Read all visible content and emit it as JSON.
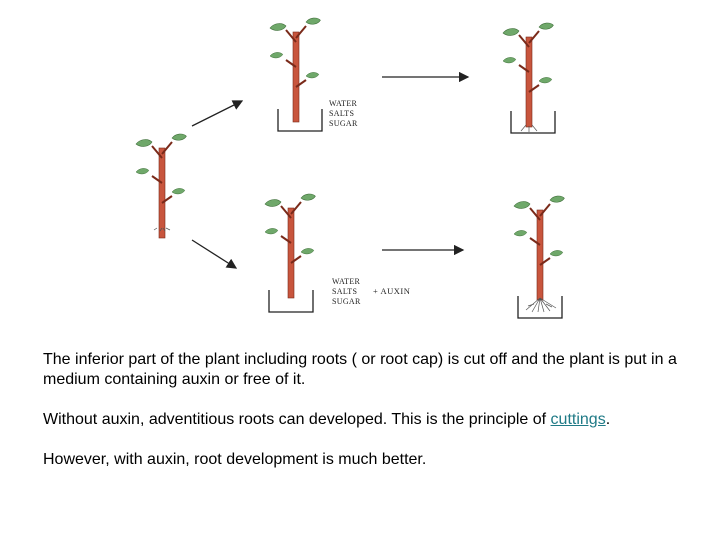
{
  "diagram": {
    "labels_top": [
      "WATER",
      "SALTS",
      "SUGAR"
    ],
    "labels_bottom": [
      "WATER",
      "SALTS",
      "SUGAR"
    ],
    "auxin_label": "+ AUXIN"
  },
  "text": {
    "p1": "The inferior part of the plant including roots ( or root cap) is cut off and the plant is put in a medium containing auxin or free of it.",
    "p2_before": "Without auxin, adventitious roots can developed. This is the principle of ",
    "p2_link": "cuttings",
    "p2_after": ".",
    "p3": "However, with auxin, root development is much better."
  },
  "colors": {
    "stem": "#c8553d",
    "leaf": "#6fa86a",
    "link": "#1f7a86"
  }
}
